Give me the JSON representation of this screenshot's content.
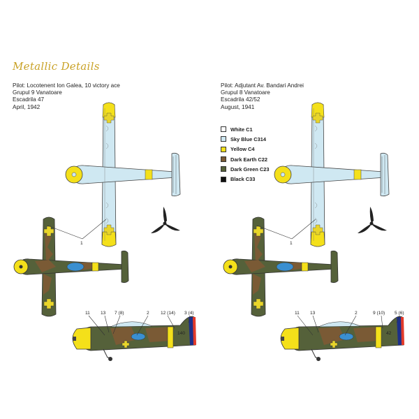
{
  "brand": "Metallic Details",
  "left": {
    "pilot": "Pilot: Locotenent Ion Galea, 10 victory ace",
    "group": "Grupul 9 Vanatoare",
    "squadron": "Escadrila 47",
    "date": "April, 1942",
    "callouts": [
      "1",
      "11",
      "13",
      "7 (8)",
      "2",
      "12 (14)",
      "3 (4)"
    ],
    "fuselage_code": "140"
  },
  "right": {
    "pilot": "Pilot: Adjutant Av. Bandari Andrei",
    "group": "Grupul 8 Vanatoare",
    "squadron": "Escadrila 42/52",
    "date": "August, 1941",
    "callouts": [
      "1",
      "11",
      "13",
      "2",
      "9 (10)",
      "5 (6)"
    ],
    "fuselage_code": "42"
  },
  "legend": [
    {
      "label": "White C1",
      "color": "#ffffff"
    },
    {
      "label": "Sky Blue C314",
      "color": "#cfe8f2"
    },
    {
      "label": "Yellow C4",
      "color": "#f4e01a"
    },
    {
      "label": "Dark Earth C22",
      "color": "#7a5a35"
    },
    {
      "label": "Dark Green C23",
      "color": "#55613a"
    },
    {
      "label": "Black C33",
      "color": "#111111"
    }
  ],
  "colors": {
    "brand_gold": "#c9a227",
    "sky_blue": "#cfe8f2",
    "yellow": "#f4e01a",
    "dark_earth": "#7a5a35",
    "dark_green": "#55613a",
    "roundel_blue": "#3a8fd0",
    "cross_yellow": "#e8d52a"
  }
}
